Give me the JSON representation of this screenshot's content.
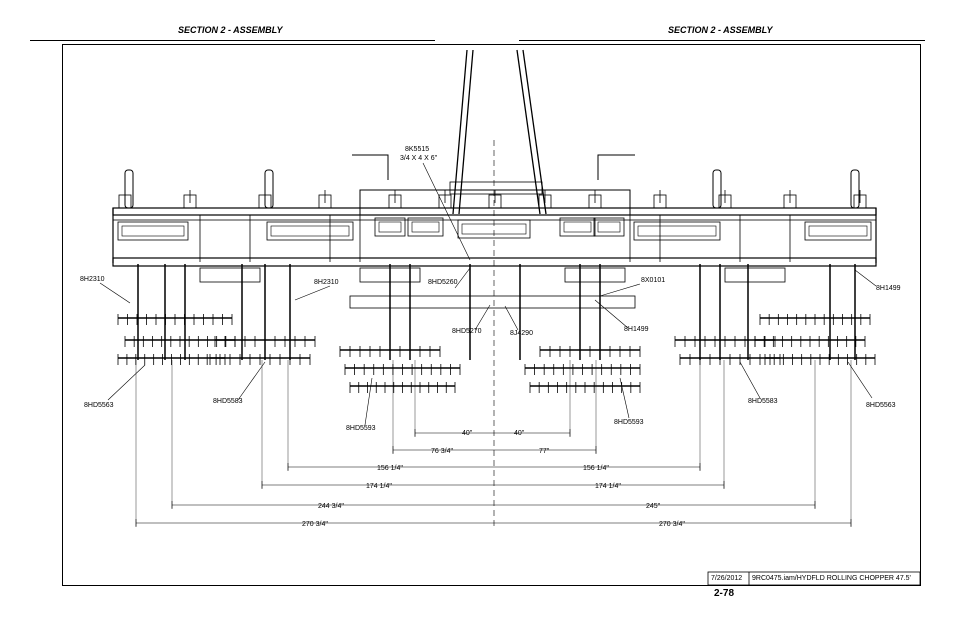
{
  "header": {
    "left": "SECTION 2 - ASSEMBLY",
    "right": "SECTION 2 - ASSEMBLY"
  },
  "callouts": {
    "c8k5515": "8K5515",
    "c8k5515_size": "3/4 X 4 X 6\"",
    "c8h2310_a": "8H2310",
    "c8h2310_b": "8H2310",
    "c8hd5260": "8HD5260",
    "c8x0101": "8X0101",
    "c8h1499_a": "8H1499",
    "c8h1499_b": "8H1499",
    "c8hd5270": "8HD5270",
    "c8j4290": "8J4290",
    "c8hd5563_a": "8HD5563",
    "c8hd5563_b": "8HD5563",
    "c8hd5583_a": "8HD5583",
    "c8hd5583_b": "8HD5583",
    "c8hd5593_a": "8HD5593",
    "c8hd5593_b": "8HD5593"
  },
  "dimensions": {
    "d40_l": "40\"",
    "d40_r": "40\"",
    "d76": "76 3/4\"",
    "d77": "77\"",
    "d156_l": "156 1/4\"",
    "d156_r": "156 1/4\"",
    "d174_l": "174 1/4\"",
    "d174_r": "174 1/4\"",
    "d244": "244 3/4\"",
    "d245": "245\"",
    "d270_l": "270 3/4\"",
    "d270_r": "270 3/4\""
  },
  "title_block": {
    "date": "7/26/2012",
    "file": "9RC0475.iam/HYDFLD ROLLING CHOPPER 47.5'"
  },
  "page_number": "2-78"
}
